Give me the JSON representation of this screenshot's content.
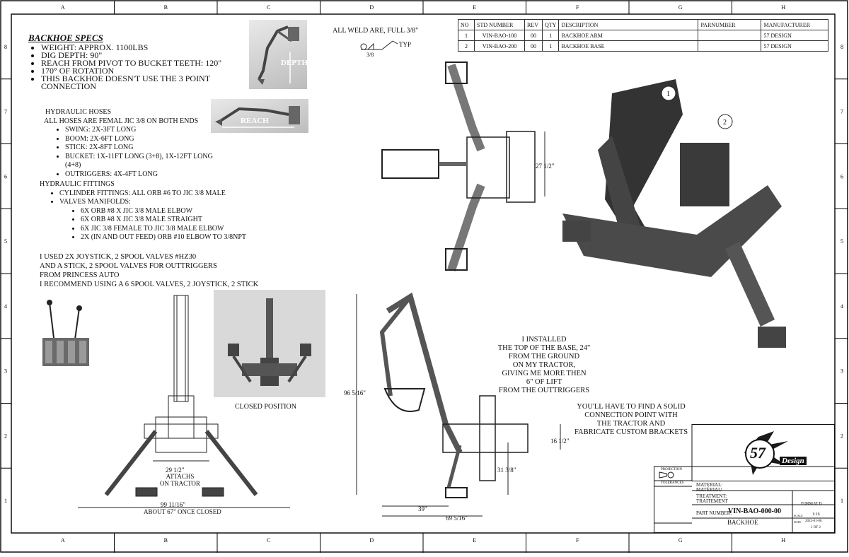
{
  "frame": {
    "cols": [
      "A",
      "B",
      "C",
      "D",
      "E",
      "F",
      "G",
      "H"
    ],
    "rows": [
      "8",
      "7",
      "6",
      "5",
      "4",
      "3",
      "2",
      "1"
    ]
  },
  "specs": {
    "title": "BACKHOE SPECS",
    "items": [
      "WEIGHT: APPROX. 1100LBS",
      "DIG DEPTH: 90\"",
      "REACH FROM PIVOT TO BUCKET TEETH: 120\"",
      "170° OF ROTATION",
      "THIS BACKHOE DOESN'T USE THE 3 POINT CONNECTION"
    ]
  },
  "hoses": {
    "title": "HYDRAULIC HOSES",
    "subtitle": "ALL HOSES ARE FEMAL JIC 3/8 ON BOTH ENDS",
    "items": [
      "SWING: 2X-3FT LONG",
      "BOOM: 2X-6FT LONG",
      "STICK: 2X-8FT LONG",
      "BUCKET: 1X-11FT LONG (3+8), 1X-12FT LONG (4+8)",
      "OUTRIGGERS: 4X-4FT LONG"
    ]
  },
  "fittings": {
    "title": "HYDRAULIC FITTINGS",
    "cyl": "CYLINDER FITTINGS: ALL ORB #6 TO JIC 3/8 MALE",
    "valves": "VALVES MANIFOLDS:",
    "items": [
      "6X ORB #8 X JIC 3/8 MALE ELBOW",
      "6X ORB #8 X JIC 3/8 MALE STRAIGHT",
      "6X  JIC 3/8 FEMALE TO JIC 3/8 MALE ELBOW",
      "2X (IN AND OUT FEED) ORB #10 ELBOW TO 3/8NPT"
    ]
  },
  "notes": {
    "lines": [
      "I USED 2X JOYSTICK, 2 SPOOL VALVES #HZ30",
      "AND A STICK, 2 SPOOL VALVES FOR OUTTRIGGERS",
      "FROM PRINCESS AUTO",
      "I RECOMMEND USING A 6 SPOOL VALVES, 2 JOYSTICK, 2 STICK"
    ]
  },
  "photos": {
    "depth": "DEPTH",
    "reach": "REACH",
    "closed_caption": "CLOSED POSITION"
  },
  "weld": {
    "note": "ALL WELD ARE, FULL 3/8\"",
    "size": "3/8",
    "typ": "TYP"
  },
  "bom": {
    "headers": [
      "NO",
      "STD NUMBER",
      "REV",
      "QTY",
      "DESCRIPTION",
      "PARNUMBER",
      "MANUFACTURER"
    ],
    "rows": [
      [
        "1",
        "VIN-BAO-100",
        "00",
        "1",
        "BACKHOE ARM",
        "",
        "57 DESIGN"
      ],
      [
        "2",
        "VIN-BAO-200",
        "00",
        "1",
        "BACKHOE BASE",
        "",
        "57 DESIGN"
      ]
    ]
  },
  "dims": {
    "top_width": "27 1/2\"",
    "attach": "29 1/2\"",
    "attach_note1": "ATTACHS",
    "attach_note2": "ON TRACTOR",
    "open_width": "99 11/16\"",
    "closed_width": "ABOUT 67\" ONCE CLOSED",
    "height": "96 5/16\"",
    "base_h": "16 1/2\"",
    "mount_h": "31 3/8\"",
    "len1": "39\"",
    "len2": "69 5/16\""
  },
  "callouts": {
    "one": "1",
    "two": "2",
    "install": [
      "I INSTALLED",
      "THE TOP OF THE BASE, 24\"",
      "FROM THE GROUND",
      "ON MY TRACTOR,",
      "GIVING ME MORE THEN",
      "6\" OF LIFT",
      "FROM THE OUTTRIGGERS"
    ],
    "connect": [
      "YOU'LL HAVE TO FIND A SOLID",
      "CONNECTION POINT WITH",
      "THE TRACTOR AND",
      "FABRICATE CUSTOM BRACKETS"
    ]
  },
  "titleblock": {
    "logo": "57",
    "logo_sub": "Design",
    "material_label": "MATERIAL:",
    "material_label_fr": "MATÉRIAU",
    "treatment_label": "TREATMENT:",
    "treatment_label_fr": "TRAITEMENT",
    "part_label": "PART NUMBER:",
    "part_number": "VIN-BAO-000-00",
    "part_name": "BACKHOE",
    "format": "FORMAT B",
    "scale_label": "SCALE",
    "scale": "1:16",
    "date_label": "DATE",
    "date": "2023-01-06",
    "projection": "PROJECTION",
    "tolerances": "TOLERANCES",
    "sheet": "1 OF 2"
  }
}
